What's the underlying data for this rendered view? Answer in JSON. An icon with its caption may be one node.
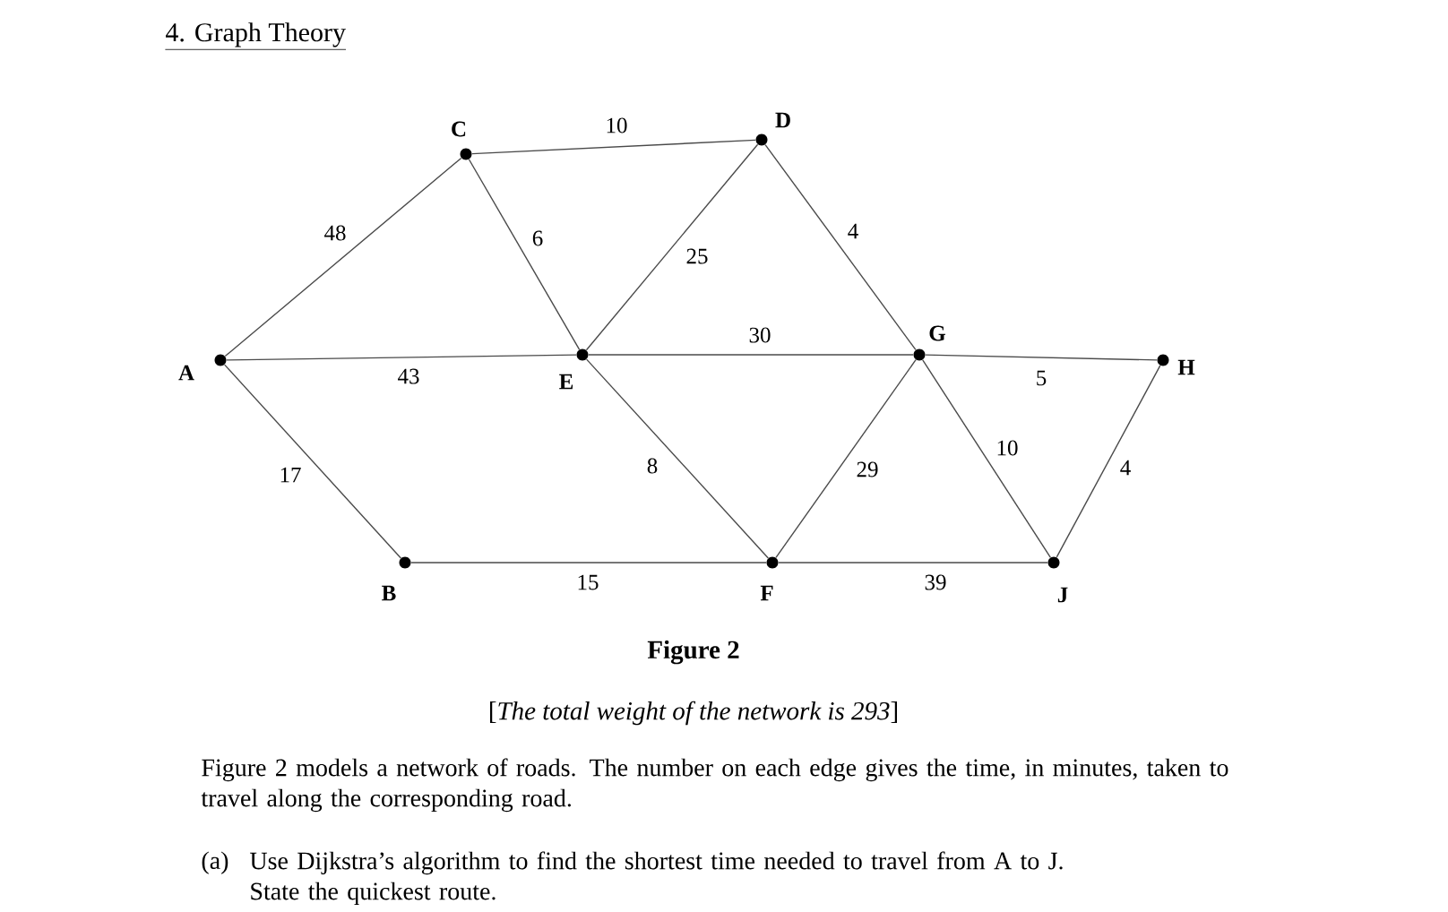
{
  "diagram": {
    "title": "4. Graph Theory",
    "caption": "Figure 2",
    "nodes": [
      {
        "text": [
          "A"
        ]
      },
      {
        "text": [
          "B"
        ]
      },
      {
        "text": [
          "C"
        ]
      },
      {
        "text": [
          "D"
        ]
      },
      {
        "text": [
          "E"
        ]
      },
      {
        "text": [
          "F"
        ]
      },
      {
        "text": [
          "G"
        ]
      },
      {
        "text": [
          "H"
        ]
      },
      {
        "text": [
          "J"
        ]
      }
    ],
    "edges": [
      {
        "from": 0,
        "to": 2,
        "arrow": "none",
        "label": "48"
      },
      {
        "from": 0,
        "to": 4,
        "arrow": "none",
        "label": "43"
      },
      {
        "from": 0,
        "to": 1,
        "arrow": "none",
        "label": "17"
      },
      {
        "from": 2,
        "to": 3,
        "arrow": "none",
        "label": "10"
      },
      {
        "from": 2,
        "to": 4,
        "arrow": "none",
        "label": "6"
      },
      {
        "from": 3,
        "to": 4,
        "arrow": "none",
        "label": "25"
      },
      {
        "from": 3,
        "to": 6,
        "arrow": "none",
        "label": "4"
      },
      {
        "from": 4,
        "to": 6,
        "arrow": "none",
        "label": "30"
      },
      {
        "from": 4,
        "to": 5,
        "arrow": "none",
        "label": "8"
      },
      {
        "from": 1,
        "to": 5,
        "arrow": "none",
        "label": "15"
      },
      {
        "from": 5,
        "to": 6,
        "arrow": "none",
        "label": "29"
      },
      {
        "from": 6,
        "to": 7,
        "arrow": "none",
        "label": "5"
      },
      {
        "from": 6,
        "to": 8,
        "arrow": "none",
        "label": "10"
      },
      {
        "from": 5,
        "to": 8,
        "arrow": "none",
        "label": "39"
      },
      {
        "from": 7,
        "to": 8,
        "arrow": "none",
        "label": "4"
      }
    ],
    "labels": [
      "[*The total weight of the network is 293*]",
      "Figure 2 models a network of roads. The number on each edge gives the time, in minutes, taken to travel along the corresponding road.",
      "(a)",
      "Use Dijkstra’s algorithm to find the shortest time needed to travel from A to J. State the quickest route."
    ]
  }
}
